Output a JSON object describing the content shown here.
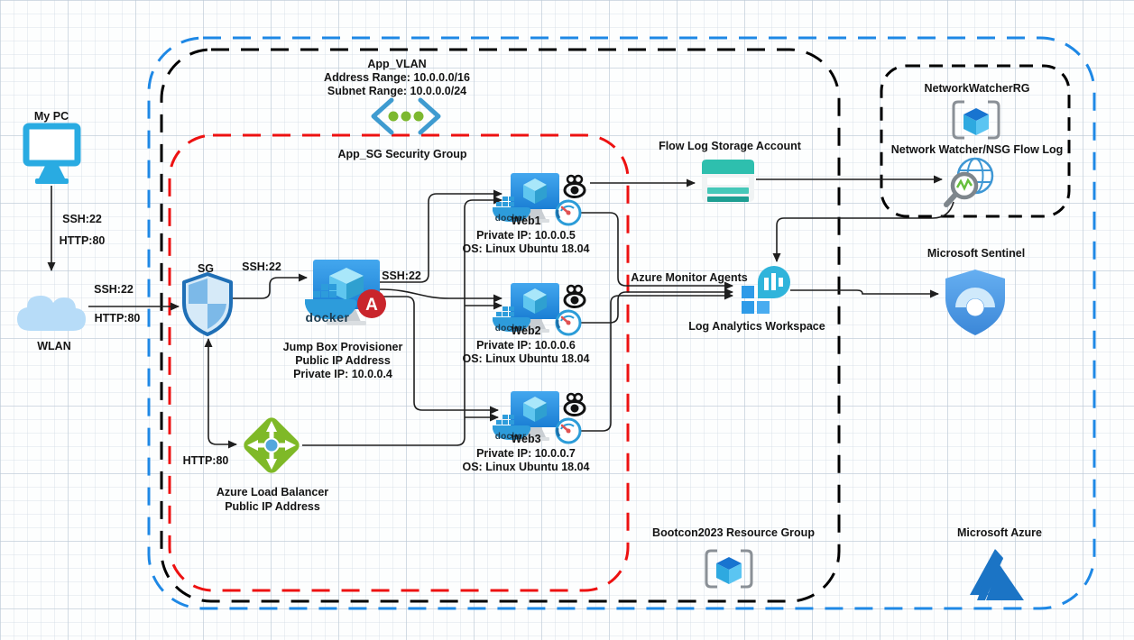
{
  "diagram": {
    "nodes": {
      "my_pc": {
        "label": "My PC"
      },
      "wlan": {
        "label": "WLAN"
      },
      "app_vlan": {
        "title": "App_VLAN",
        "address_range": "Address Range: 10.0.0.0/16",
        "subnet_range": "Subnet Range: 10.0.0.0/24"
      },
      "app_sg": {
        "label": "App_SG Security Group"
      },
      "sg": {
        "label": "SG"
      },
      "jump_box": {
        "line1": "Jump Box Provisioner",
        "line2": "Public IP Address",
        "line3": "Private IP: 10.0.0.4"
      },
      "web1": {
        "name": "Web1",
        "ip": "Private IP: 10.0.0.5",
        "os": "OS: Linux Ubuntu 18.04"
      },
      "web2": {
        "name": "Web2",
        "ip": "Private IP: 10.0.0.6",
        "os": "OS: Linux Ubuntu 18.04"
      },
      "web3": {
        "name": "Web3",
        "ip": "Private IP: 10.0.0.7",
        "os": "OS: Linux Ubuntu 18.04"
      },
      "load_balancer": {
        "line1": "Azure Load Balancer",
        "line2": "Public IP Address"
      },
      "flow_log_storage": {
        "label": "Flow Log Storage Account"
      },
      "network_watcher_rg": {
        "label": "NetworkWatcherRG"
      },
      "network_watcher": {
        "label": "Network Watcher/NSG Flow Log"
      },
      "log_analytics": {
        "label": "Log Analytics Workspace"
      },
      "sentinel": {
        "label": "Microsoft Sentinel"
      },
      "bootcon_rg": {
        "label": "Bootcon2023 Resource Group"
      },
      "microsoft_azure": {
        "label": "Microsoft Azure"
      }
    },
    "edge_labels": {
      "pc_to_wlan_ssh": "SSH:22",
      "pc_to_wlan_http": "HTTP:80",
      "wlan_to_sg_ssh": "SSH:22",
      "wlan_to_sg_http": "HTTP:80",
      "sg_to_jumpbox_ssh": "SSH:22",
      "jumpbox_to_webs_ssh": "SSH:22",
      "sg_to_lb_http": "HTTP:80",
      "azure_monitor_agents": "Azure Monitor Agents"
    },
    "logos": {
      "docker": "docker",
      "ansible_letter": "A"
    },
    "colors": {
      "azure_boundary": "#1E88E5",
      "vnet_boundary": "#000000",
      "security_group_boundary": "#ED1111",
      "network_watcher_rg_boundary": "#000000",
      "connector": "#1F1F1F"
    }
  }
}
